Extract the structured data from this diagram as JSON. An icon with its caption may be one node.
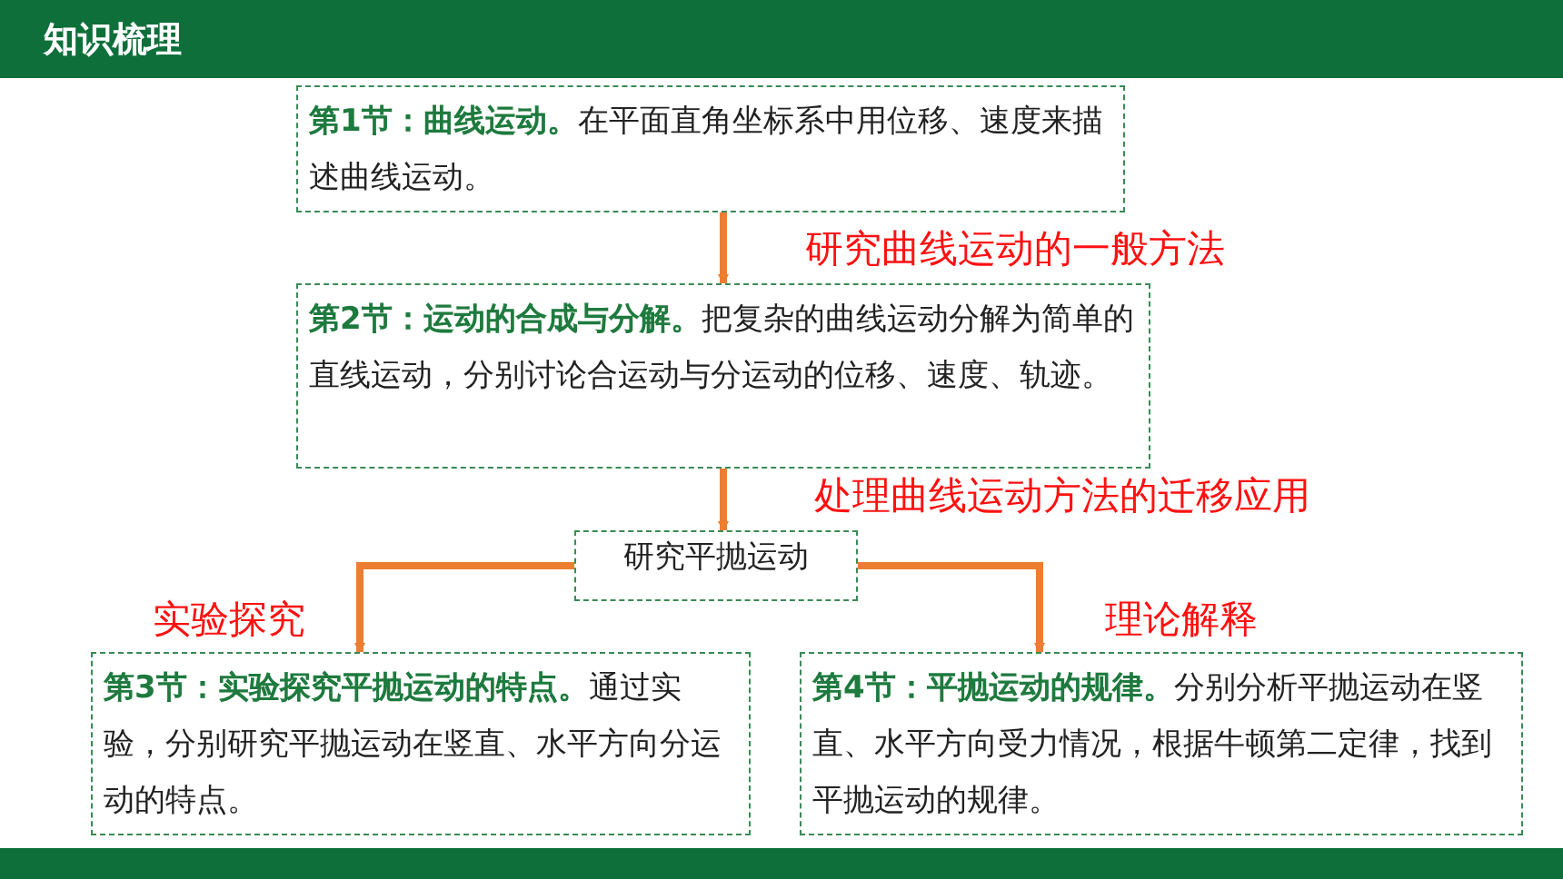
{
  "diagram": {
    "title": "知识梳理",
    "nodes": [
      {
        "text": [
          "**第1节：曲线运动。**在平面直角坐标系中用位移、速度来描述曲线运动。"
        ]
      },
      {
        "text": [
          "**第2节：运动的合成与分解。**把复杂的曲线运动分解为简单的直线运动，分别讨论合运动与分运动的位移、速度、轨迹。"
        ]
      },
      {
        "text": [
          "研究平抛运动"
        ]
      },
      {
        "text": [
          "**第3节：实验探究平抛运动的特点。**通过实验，分别研究平抛运动在竖直、水平方向分运动的特点。"
        ]
      },
      {
        "text": [
          "**第4节：平抛运动的规律。**分别分析平抛运动在竖直、水平方向受力情况，根据牛顿第二定律，找到平抛运动的规律。"
        ]
      }
    ],
    "edges": [
      {
        "from": 0,
        "to": 1,
        "arrow": "to",
        "label": "研究曲线运动的一般方法"
      },
      {
        "from": 1,
        "to": 2,
        "arrow": "to",
        "label": "处理曲线运动方法的迁移应用"
      },
      {
        "from": 2,
        "to": 3,
        "arrow": "to",
        "label": "实验探究"
      },
      {
        "from": 2,
        "to": 4,
        "arrow": "to",
        "label": "理论解释"
      }
    ]
  }
}
